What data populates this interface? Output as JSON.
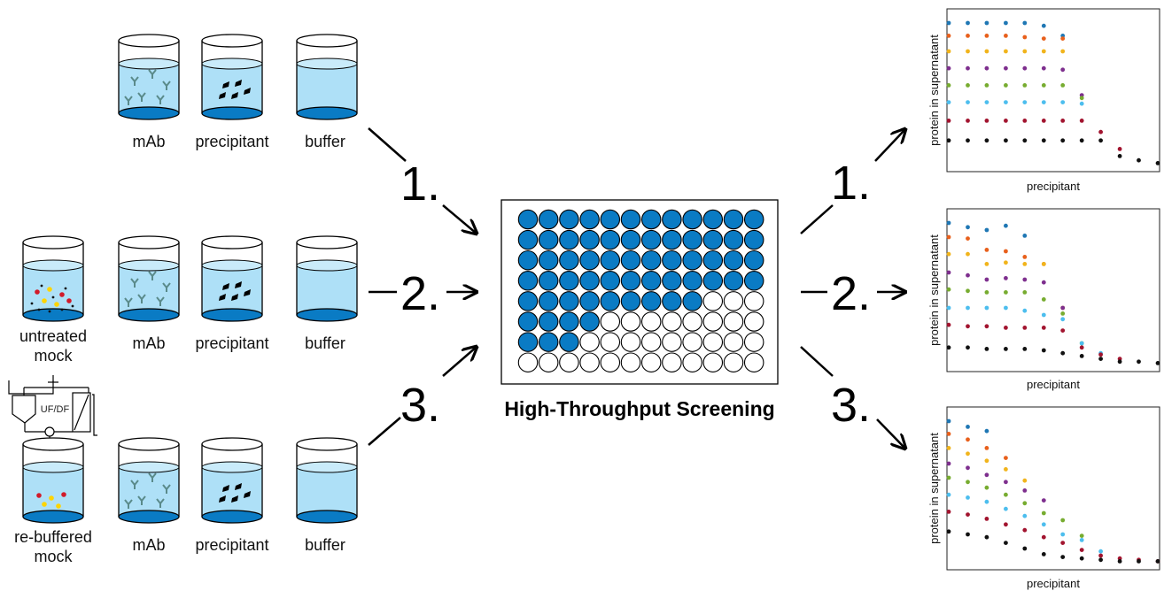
{
  "labels": {
    "mab": "mAb",
    "precipitant": "precipitant",
    "buffer": "buffer",
    "untreated": "untreated",
    "mock": "mock",
    "rebuffered": "re-buffered",
    "ufdf": "UF/DF",
    "screening_title": "High-Throughput Screening"
  },
  "steps": [
    "1.",
    "2.",
    "3."
  ],
  "plate": {
    "rows": 8,
    "columns": 12,
    "filled_per_row": [
      12,
      12,
      12,
      12,
      9,
      4,
      3,
      0
    ],
    "fill_color": "#0a7bc4"
  },
  "colors": {
    "liquid": "#aee0f7",
    "liquid_bottom": "#0a7bc4",
    "antibody": "#5a8a8a"
  },
  "chart_data": [
    {
      "type": "scatter",
      "xlabel": "precipitant",
      "ylabel": "protein in supernatant",
      "grid": false,
      "x": [
        0,
        1,
        2,
        3,
        4,
        5,
        6,
        7,
        8,
        9,
        10,
        11
      ],
      "series": [
        {
          "color": "#1f77b4",
          "values": [
            1.0,
            1.0,
            1.0,
            1.0,
            1.0,
            0.98,
            0.91,
            null,
            null,
            null,
            null,
            null
          ]
        },
        {
          "color": "#e8601c",
          "values": [
            0.91,
            0.91,
            0.91,
            0.91,
            0.9,
            0.89,
            0.89,
            null,
            null,
            null,
            null,
            null
          ]
        },
        {
          "color": "#f1b41c",
          "values": [
            0.8,
            0.8,
            0.8,
            0.8,
            0.8,
            0.8,
            0.8,
            null,
            null,
            null,
            null,
            null
          ]
        },
        {
          "color": "#7e2f8e",
          "values": [
            0.68,
            0.68,
            0.68,
            0.68,
            0.68,
            0.68,
            0.67,
            0.49,
            null,
            null,
            null,
            null
          ]
        },
        {
          "color": "#77ac30",
          "values": [
            0.56,
            0.56,
            0.56,
            0.56,
            0.56,
            0.56,
            0.56,
            0.47,
            null,
            null,
            null,
            null
          ]
        },
        {
          "color": "#4dbeee",
          "values": [
            0.44,
            0.44,
            0.44,
            0.44,
            0.44,
            0.44,
            0.44,
            0.43,
            null,
            null,
            null,
            null
          ]
        },
        {
          "color": "#a2142f",
          "values": [
            0.31,
            0.31,
            0.31,
            0.31,
            0.31,
            0.31,
            0.31,
            0.31,
            0.23,
            0.11,
            null,
            null
          ]
        },
        {
          "color": "#111111",
          "values": [
            0.17,
            0.17,
            0.17,
            0.17,
            0.17,
            0.17,
            0.17,
            0.17,
            0.17,
            0.06,
            0.03,
            0.01
          ]
        }
      ]
    },
    {
      "type": "scatter",
      "xlabel": "precipitant",
      "ylabel": "protein in supernatant",
      "grid": false,
      "x": [
        0,
        1,
        2,
        3,
        4,
        5,
        6,
        7,
        8,
        9,
        10,
        11
      ],
      "series": [
        {
          "color": "#1f77b4",
          "values": [
            1.0,
            0.97,
            0.95,
            0.98,
            0.91,
            null,
            null,
            null,
            null,
            null,
            null,
            null
          ]
        },
        {
          "color": "#e8601c",
          "values": [
            0.9,
            0.89,
            0.81,
            0.8,
            0.76,
            0.71,
            null,
            null,
            null,
            null,
            null,
            null
          ]
        },
        {
          "color": "#f1b41c",
          "values": [
            0.78,
            0.78,
            0.71,
            0.72,
            0.71,
            0.71,
            0.4,
            null,
            null,
            null,
            null,
            null
          ]
        },
        {
          "color": "#7e2f8e",
          "values": [
            0.65,
            0.63,
            0.6,
            0.61,
            0.6,
            0.58,
            0.4,
            null,
            null,
            null,
            null,
            null
          ]
        },
        {
          "color": "#77ac30",
          "values": [
            0.53,
            0.52,
            0.51,
            0.51,
            0.51,
            0.46,
            0.36,
            0.15,
            null,
            null,
            null,
            null
          ]
        },
        {
          "color": "#4dbeee",
          "values": [
            0.4,
            0.4,
            0.4,
            0.4,
            0.38,
            0.35,
            0.32,
            0.15,
            0.08,
            null,
            null,
            null
          ]
        },
        {
          "color": "#a2142f",
          "values": [
            0.28,
            0.27,
            0.27,
            0.26,
            0.26,
            0.26,
            0.24,
            0.12,
            0.07,
            0.04,
            null,
            null
          ]
        },
        {
          "color": "#111111",
          "values": [
            0.12,
            0.12,
            0.11,
            0.11,
            0.11,
            0.1,
            0.08,
            0.06,
            0.04,
            0.02,
            0.02,
            0.01
          ]
        }
      ]
    },
    {
      "type": "scatter",
      "xlabel": "precipitant",
      "ylabel": "protein in supernatant",
      "grid": false,
      "x": [
        0,
        1,
        2,
        3,
        4,
        5,
        6,
        7,
        8,
        9,
        10,
        11
      ],
      "series": [
        {
          "color": "#1f77b4",
          "values": [
            1.0,
            0.96,
            0.93,
            null,
            null,
            null,
            null,
            null,
            null,
            null,
            null,
            null
          ]
        },
        {
          "color": "#e8601c",
          "values": [
            0.91,
            0.87,
            0.81,
            0.74,
            null,
            null,
            null,
            null,
            null,
            null,
            null,
            null
          ]
        },
        {
          "color": "#f1b41c",
          "values": [
            0.81,
            0.77,
            0.72,
            0.66,
            0.58,
            null,
            null,
            null,
            null,
            null,
            null,
            null
          ]
        },
        {
          "color": "#7e2f8e",
          "values": [
            0.7,
            0.67,
            0.62,
            0.57,
            0.51,
            0.44,
            null,
            null,
            null,
            null,
            null,
            null
          ]
        },
        {
          "color": "#77ac30",
          "values": [
            0.6,
            0.57,
            0.53,
            0.48,
            0.42,
            0.35,
            0.3,
            0.19,
            null,
            null,
            null,
            null
          ]
        },
        {
          "color": "#4dbeee",
          "values": [
            0.48,
            0.46,
            0.43,
            0.38,
            0.33,
            0.27,
            0.2,
            0.16,
            0.08,
            null,
            null,
            null
          ]
        },
        {
          "color": "#a2142f",
          "values": [
            0.36,
            0.34,
            0.31,
            0.27,
            0.23,
            0.18,
            0.14,
            0.09,
            0.05,
            0.03,
            0.02,
            0.01
          ]
        },
        {
          "color": "#111111",
          "values": [
            0.22,
            0.2,
            0.18,
            0.14,
            0.1,
            0.06,
            0.04,
            0.03,
            0.02,
            0.01,
            0.01,
            0.01
          ]
        }
      ]
    }
  ]
}
